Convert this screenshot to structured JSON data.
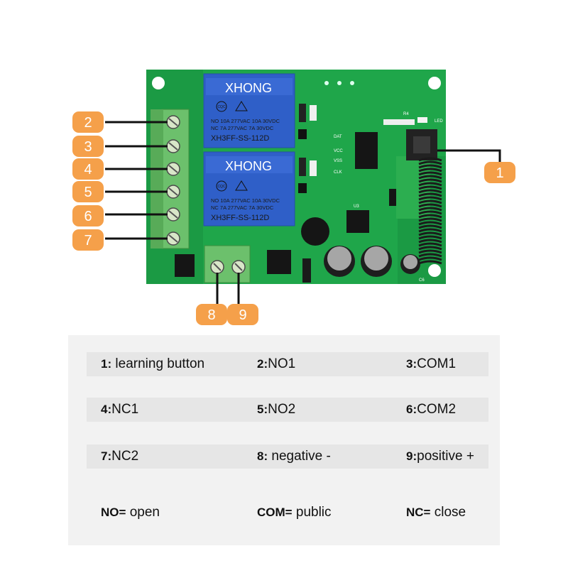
{
  "board": {
    "relays": [
      {
        "brand": "XHONG",
        "cert": "CQC",
        "line1": "NO 10A 277VAC 10A 30VDC",
        "line2": "NC 7A 277VAC 7A 30VDC",
        "model": "XH3FF-SS-112D"
      },
      {
        "brand": "XHONG",
        "cert": "CQC",
        "line1": "NO 10A 277VAC 10A 30VDC",
        "line2": "NC 7A 277VAC 7A 30VDC",
        "model": "XH3FF-SS-112D"
      }
    ],
    "silkscreen": {
      "dat": "DAT",
      "vcc": "VCC",
      "vss": "VSS",
      "clk": "CLK",
      "led": "LED",
      "u3": "U3",
      "r4": "R4",
      "c6": "C6"
    }
  },
  "callouts": [
    "1",
    "2",
    "3",
    "4",
    "5",
    "6",
    "7",
    "8",
    "9"
  ],
  "colors": {
    "board": "#1fa64a",
    "board_dark": "#168a3c",
    "relay": "#2f5fc8",
    "terminal": "#6cc06c",
    "badge": "#f5a04a",
    "legend_bg": "#f2f2f2",
    "legend_row": "#e6e6e6"
  },
  "legend": {
    "rows": [
      [
        {
          "key": "1:",
          "value": " learning button"
        },
        {
          "key": "2:",
          "value": "NO1"
        },
        {
          "key": "3:",
          "value": "COM1"
        }
      ],
      [
        {
          "key": "4:",
          "value": "NC1"
        },
        {
          "key": "5:",
          "value": "NO2"
        },
        {
          "key": "6:",
          "value": "COM2"
        }
      ],
      [
        {
          "key": "7:",
          "value": "NC2"
        },
        {
          "key": "8:",
          "value": " negative -"
        },
        {
          "key": "9:",
          "value": "positive +"
        }
      ],
      [
        {
          "key": "NO=",
          "value": " open"
        },
        {
          "key": "COM=",
          "value": " public"
        },
        {
          "key": "NC=",
          "value": " close"
        }
      ]
    ]
  }
}
